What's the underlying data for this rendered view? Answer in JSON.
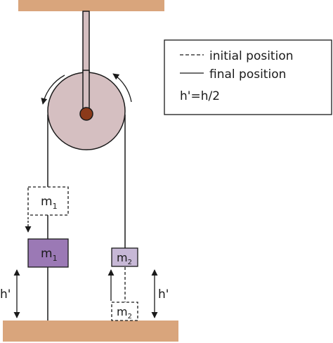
{
  "legend": {
    "dashed_label": "initial position",
    "solid_label": "final position",
    "relation": "h'=h/2"
  },
  "masses": {
    "m1_letter": "m",
    "m1_sub": "1",
    "m2_letter": "m",
    "m2_sub": "2"
  },
  "heights": {
    "left": "h'",
    "right": "h'"
  },
  "colors": {
    "beam": "#d9a57c",
    "pulley": "#d5bfc1",
    "axle": "#8b3a1a",
    "m1_fill": "#9b79b5",
    "m2_fill": "#c7b8d6"
  }
}
